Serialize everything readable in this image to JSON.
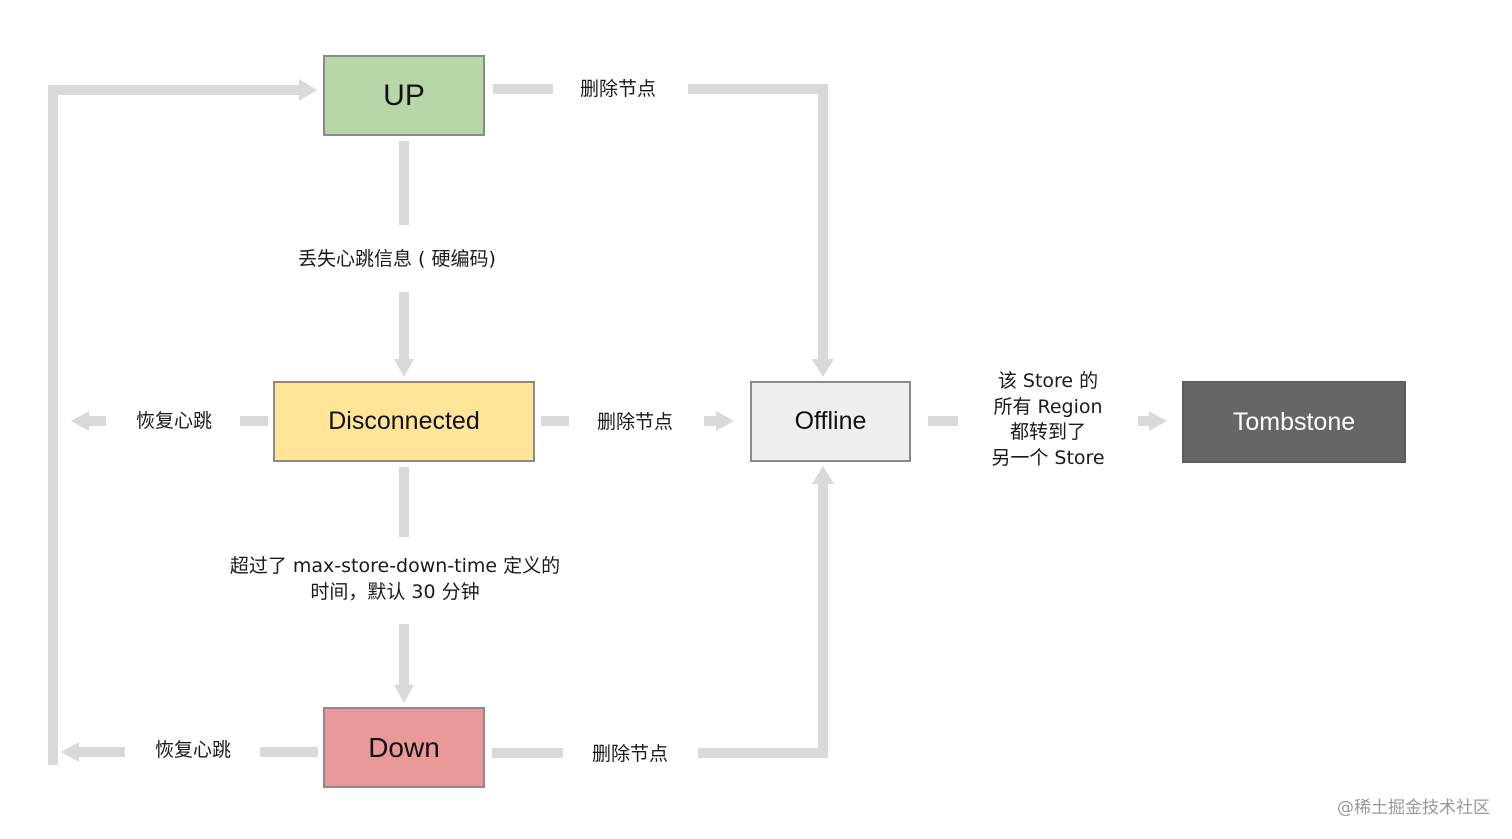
{
  "nodes": {
    "up": "UP",
    "disconnected": "Disconnected",
    "offline": "Offline",
    "tombstone": "Tombstone",
    "down": "Down"
  },
  "edges": {
    "up_to_offline": "删除节点",
    "up_to_disconnected": "丢失心跳信息 ( 硬编码)",
    "disconnected_recover": "恢复心跳",
    "disconnected_to_offline": "删除节点",
    "disconnected_to_down": [
      "超过了 max-store-down-time  定义的",
      "时间，默认 30 分钟"
    ],
    "offline_to_tombstone": [
      "该 Store 的",
      "所有 Region",
      "都转到了",
      "另一个 Store"
    ],
    "down_recover": "恢复心跳",
    "down_to_offline": "删除节点"
  },
  "colors": {
    "up": "#b7d7a8",
    "disconnected": "#ffe598",
    "offline": "#efefef",
    "tombstone": "#666666",
    "down": "#ea9999",
    "arrow": "#d9d9d9"
  },
  "watermark": "@稀土掘金技术社区"
}
